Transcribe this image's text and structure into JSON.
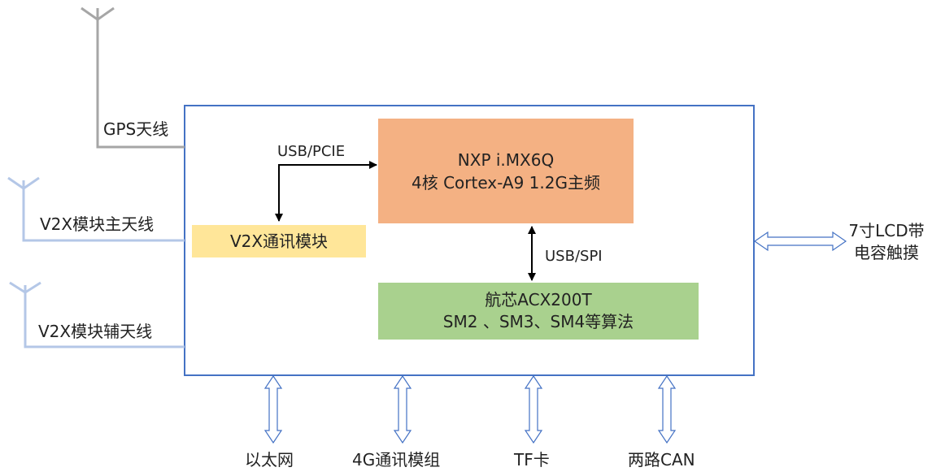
{
  "diagram": {
    "boxes": {
      "nxp": {
        "line1": "NXP  i.MX6Q",
        "line2": "4核 Cortex-A9 1.2G主频"
      },
      "acx": {
        "line1": "航芯ACX200T",
        "line2": "SM2 、SM3、SM4等算法"
      },
      "v2x": {
        "label": "V2X通讯模块"
      }
    },
    "links": {
      "usb_pcie": "USB/PCIE",
      "usb_spi": "USB/SPI"
    },
    "antennas": {
      "gps": "GPS天线",
      "v2x_main": "V2X模块主天线",
      "v2x_aux": "V2X模块辅天线"
    },
    "peripherals": {
      "lcd_line1": "7寸LCD带",
      "lcd_line2": "电容触摸",
      "ethernet": "以太网",
      "g4": "4G通讯模组",
      "tf": "TF卡",
      "can": "两路CAN"
    },
    "colors": {
      "frame": "#4472c4",
      "nxp": "#f4b183",
      "acx": "#a9d18e",
      "v2x": "#ffe699",
      "gps_antenna": "#a6a6a6",
      "v2x_antenna": "#b4c7e7"
    }
  }
}
